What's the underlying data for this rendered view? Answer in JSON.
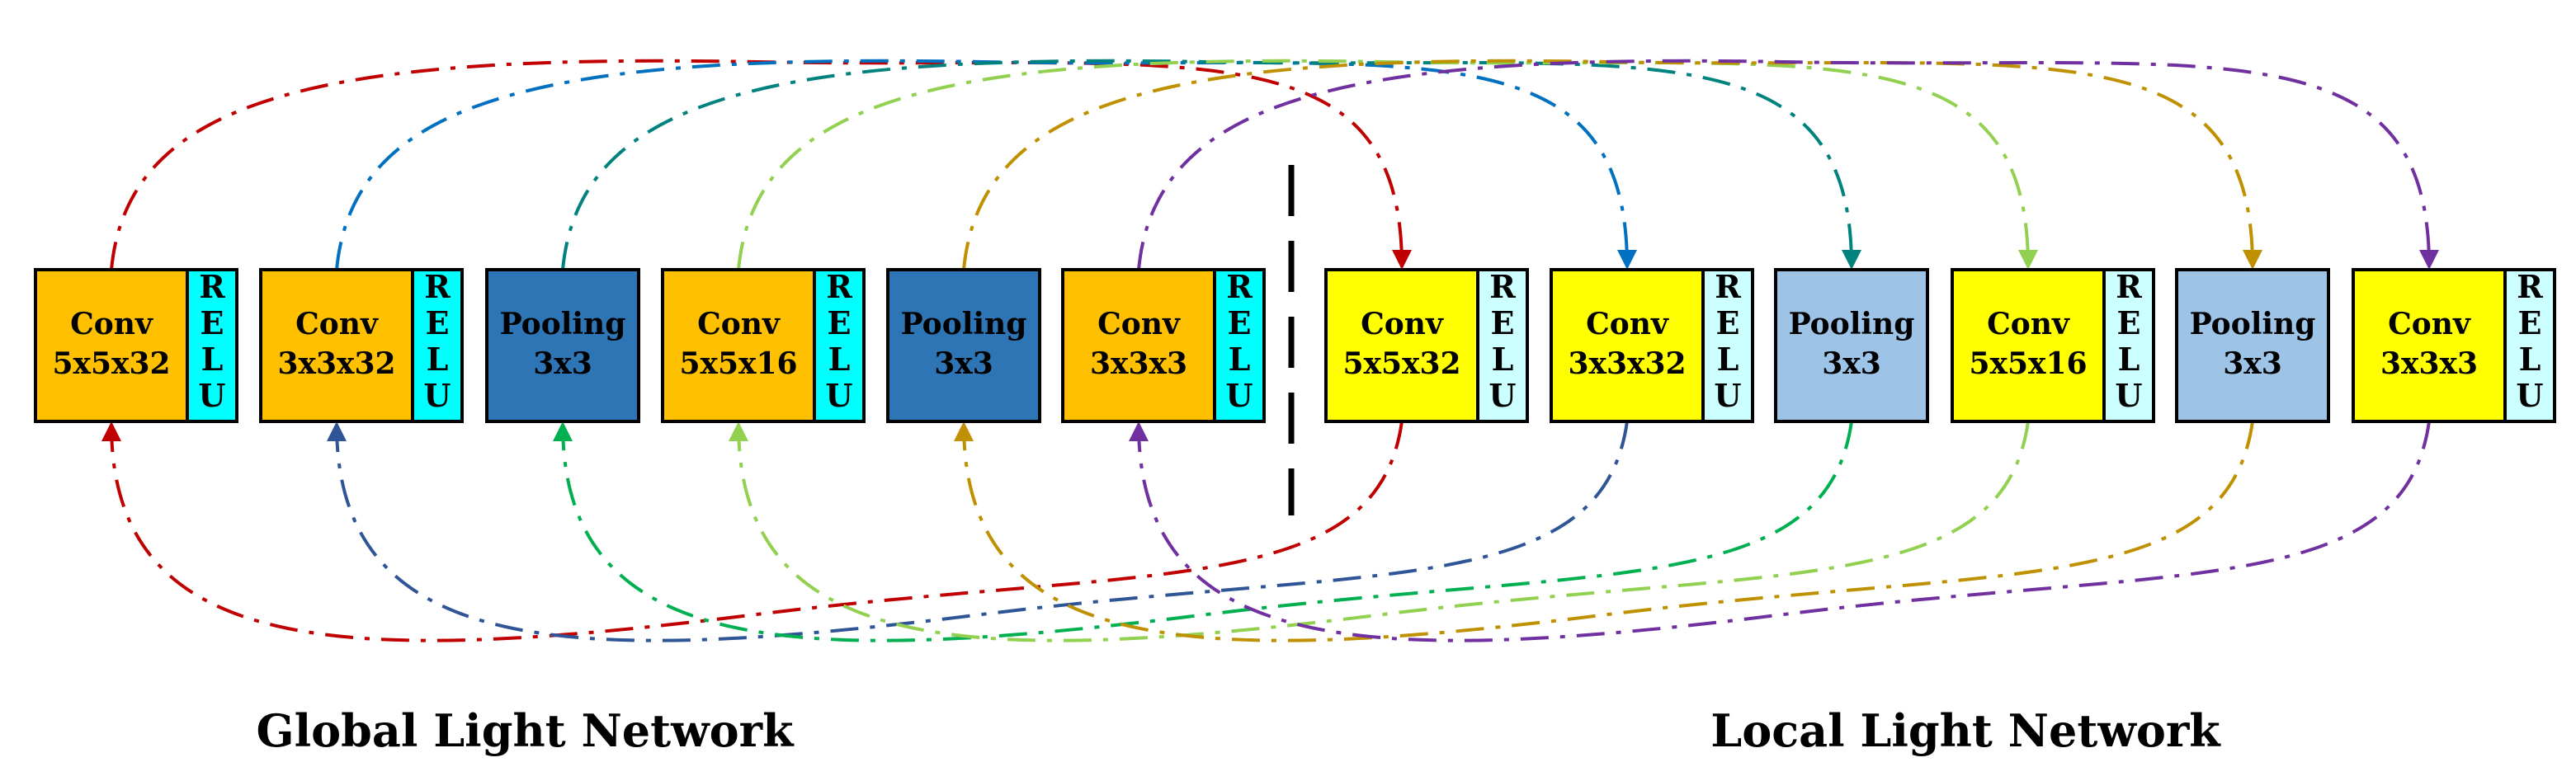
{
  "global_network": {
    "title": "Global Light Network",
    "blocks": [
      {
        "kind": "conv",
        "line1": "Conv",
        "line2": "5x5x32",
        "relu": "RELU"
      },
      {
        "kind": "conv",
        "line1": "Conv",
        "line2": "3x3x32",
        "relu": "RELU"
      },
      {
        "kind": "pool",
        "line1": "Pooling",
        "line2": "3x3"
      },
      {
        "kind": "conv",
        "line1": "Conv",
        "line2": "5x5x16",
        "relu": "RELU"
      },
      {
        "kind": "pool",
        "line1": "Pooling",
        "line2": "3x3"
      },
      {
        "kind": "conv",
        "line1": "Conv",
        "line2": "3x3x3",
        "relu": "RELU"
      }
    ]
  },
  "local_network": {
    "title": "Local Light Network",
    "blocks": [
      {
        "kind": "conv",
        "line1": "Conv",
        "line2": "5x5x32",
        "relu": "RELU"
      },
      {
        "kind": "conv",
        "line1": "Conv",
        "line2": "3x3x32",
        "relu": "RELU"
      },
      {
        "kind": "pool",
        "line1": "Pooling",
        "line2": "3x3"
      },
      {
        "kind": "conv",
        "line1": "Conv",
        "line2": "5x5x16",
        "relu": "RELU"
      },
      {
        "kind": "pool",
        "line1": "Pooling",
        "line2": "3x3"
      },
      {
        "kind": "conv",
        "line1": "Conv",
        "line2": "3x3x3",
        "relu": "RELU"
      }
    ]
  },
  "colors": {
    "global_conv": "#FFC000",
    "global_pool": "#2E75B6",
    "global_relu": "#00FFFF",
    "local_conv": "#FFFF00",
    "local_pool": "#9DC3E6",
    "local_relu": "#CCFFFF",
    "top_links": [
      "#C00000",
      "#0070C0",
      "#00827F",
      "#92D050",
      "#BF9000",
      "#7030A0"
    ],
    "bottom_links": [
      "#C00000",
      "#2F5597",
      "#00B050",
      "#92D050",
      "#BF9000",
      "#7030A0"
    ]
  }
}
